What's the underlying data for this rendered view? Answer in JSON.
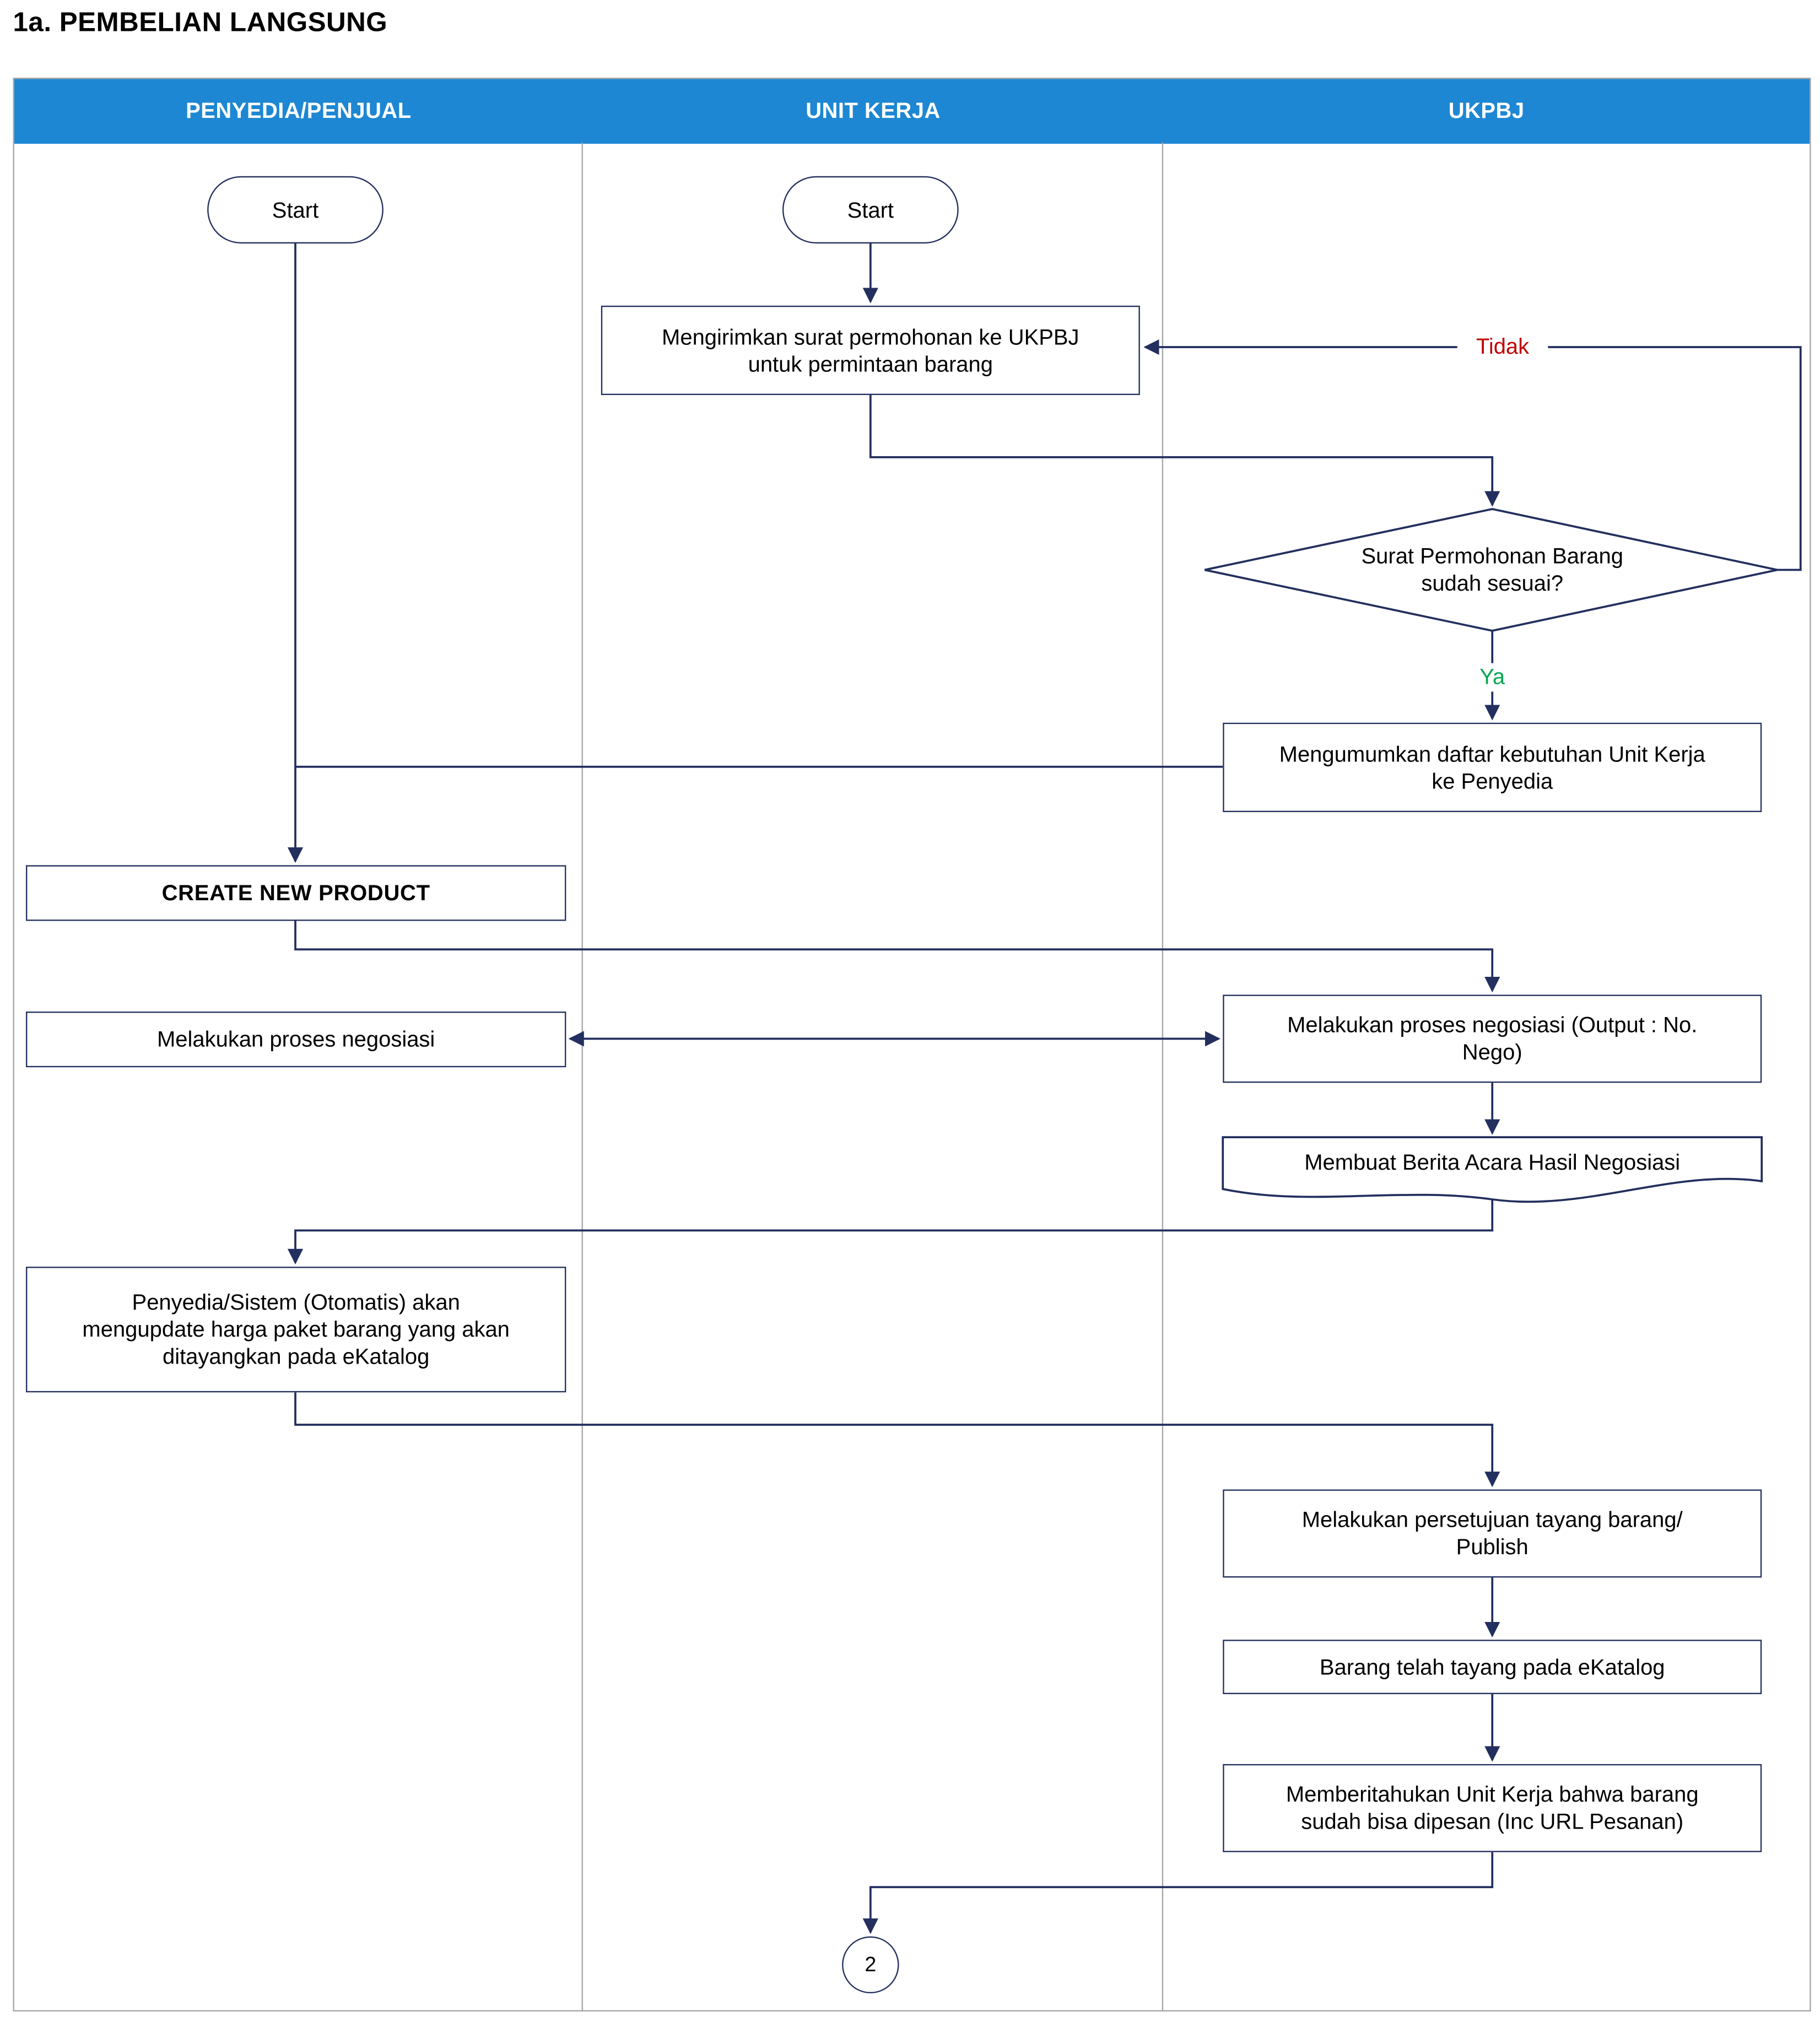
{
  "title": "1a. PEMBELIAN LANGSUNG",
  "lanes": [
    {
      "label": "PENYEDIA/PENJUAL"
    },
    {
      "label": "UNIT KERJA"
    },
    {
      "label": "UKPBJ"
    }
  ],
  "nodes": {
    "start_penyedia": {
      "label": "Start"
    },
    "start_unit_kerja": {
      "label": "Start"
    },
    "kirim_surat": {
      "label": "Mengirimkan surat permohonan ke UKPBJ untuk permintaan barang"
    },
    "decision_surat": {
      "label": "Surat Permohonan Barang sudah sesuai?"
    },
    "umumkan": {
      "label": "Mengumumkan daftar kebutuhan Unit Kerja ke Penyedia"
    },
    "create_new_product": {
      "label": "CREATE NEW PRODUCT"
    },
    "nego_penyedia": {
      "label": "Melakukan proses negosiasi"
    },
    "nego_ukpbj": {
      "label": "Melakukan proses negosiasi (Output : No. Nego)"
    },
    "berita_acara": {
      "label": "Membuat Berita Acara Hasil Negosiasi"
    },
    "update_harga": {
      "label": "Penyedia/Sistem (Otomatis) akan mengupdate harga paket barang yang akan ditayangkan pada eKatalog"
    },
    "persetujuan": {
      "label": "Melakukan persetujuan tayang barang/ Publish"
    },
    "tayang": {
      "label": "Barang telah tayang pada eKatalog"
    },
    "memberitahukan": {
      "label": "Memberitahukan Unit Kerja bahwa barang sudah bisa dipesan (Inc URL Pesanan)"
    },
    "offpage_connector": {
      "label": "2"
    }
  },
  "edge_labels": {
    "tidak": "Tidak",
    "ya": "Ya"
  },
  "colors": {
    "header_blue": "#1D87D3",
    "shape_border_navy": "#232F5E",
    "label_tidak_red": "#C00000",
    "label_ya_green": "#00A651",
    "table_border_gray": "#A6A6A6"
  }
}
